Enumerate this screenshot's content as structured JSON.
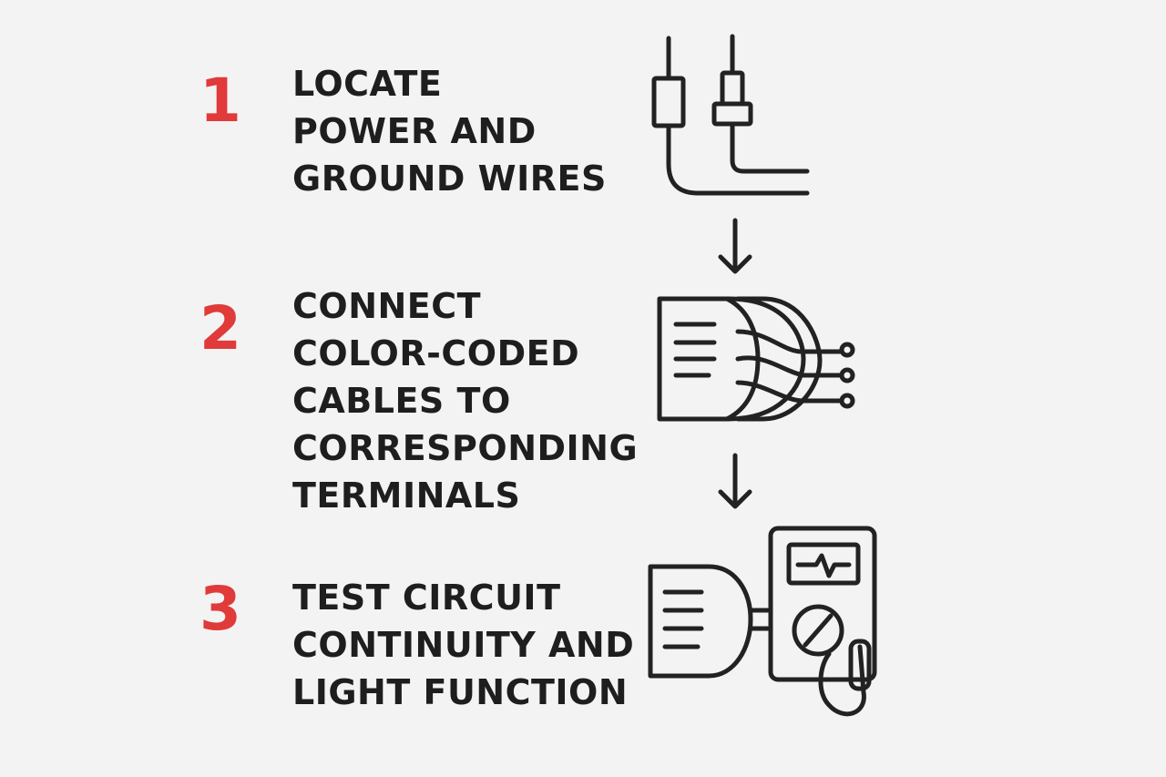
{
  "steps": [
    {
      "number": "1",
      "lines": [
        "LOCATE",
        "POWER AND",
        "GROUND WIRES"
      ]
    },
    {
      "number": "2",
      "lines": [
        "CONNECT",
        "COLOR-CODED",
        "CABLES TO",
        "CORRESPONDING",
        "TERMINALS"
      ]
    },
    {
      "number": "3",
      "lines": [
        "TEST CIRCUIT",
        "CONTINUITY AND",
        "LIGHT FUNCTION"
      ]
    }
  ],
  "icons": [
    "wires-icon",
    "connector-icon",
    "multimeter-icon"
  ],
  "colors": {
    "background": "#f3f3f3",
    "number": "#e03a3a",
    "text": "#1e1e1e",
    "icon_stroke": "#222222"
  }
}
